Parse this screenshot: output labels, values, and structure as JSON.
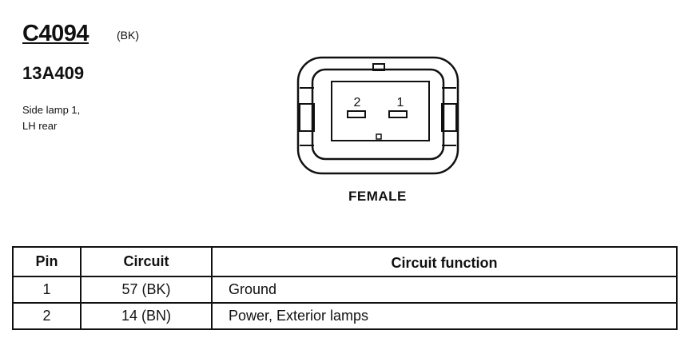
{
  "connector": {
    "id": "C4094",
    "color_code": "(BK)",
    "part_number": "13A409",
    "description_lines": [
      "Side lamp 1,",
      "LH rear"
    ],
    "gender": "FEMALE",
    "pin_labels": [
      "2",
      "1"
    ]
  },
  "table": {
    "headers": [
      "Pin",
      "Circuit",
      "Circuit function"
    ],
    "rows": [
      {
        "pin": "1",
        "circuit": "57 (BK)",
        "function": "Ground"
      },
      {
        "pin": "2",
        "circuit": "14 (BN)",
        "function": "Power, Exterior lamps"
      }
    ]
  }
}
